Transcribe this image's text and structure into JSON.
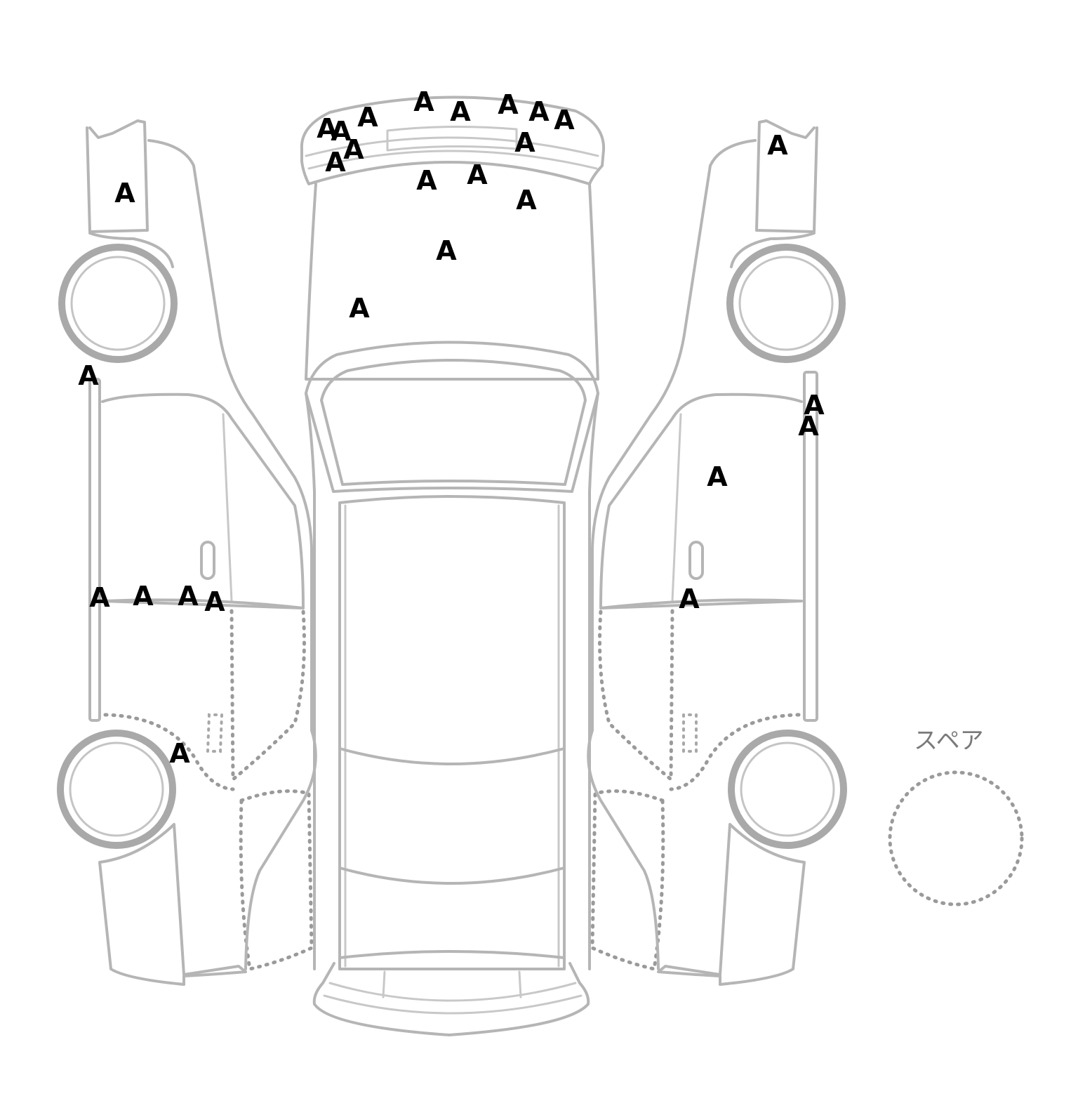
{
  "spare_label": "スペア",
  "damage_marks": [
    {
      "code": "A",
      "panel": "front-bumper"
    },
    {
      "code": "A",
      "panel": "front-bumper"
    },
    {
      "code": "A",
      "panel": "front-bumper"
    },
    {
      "code": "A",
      "panel": "front-bumper"
    },
    {
      "code": "A",
      "panel": "front-bumper"
    },
    {
      "code": "A",
      "panel": "front-bumper"
    },
    {
      "code": "A",
      "panel": "front-bumper"
    },
    {
      "code": "A",
      "panel": "front-bumper"
    },
    {
      "code": "A",
      "panel": "front-bumper"
    },
    {
      "code": "A",
      "panel": "front-bumper"
    },
    {
      "code": "A",
      "panel": "front-bumper"
    },
    {
      "code": "A",
      "panel": "hood"
    },
    {
      "code": "A",
      "panel": "hood"
    },
    {
      "code": "A",
      "panel": "hood"
    },
    {
      "code": "A",
      "panel": "hood"
    },
    {
      "code": "A",
      "panel": "hood"
    },
    {
      "code": "A",
      "panel": "left-front-fender"
    },
    {
      "code": "A",
      "panel": "left-side"
    },
    {
      "code": "A",
      "panel": "left-side"
    },
    {
      "code": "A",
      "panel": "left-side"
    },
    {
      "code": "A",
      "panel": "left-side"
    },
    {
      "code": "A",
      "panel": "left-side"
    },
    {
      "code": "A",
      "panel": "left-rear"
    },
    {
      "code": "A",
      "panel": "right-front-fender"
    },
    {
      "code": "A",
      "panel": "right-side"
    },
    {
      "code": "A",
      "panel": "right-side"
    },
    {
      "code": "A",
      "panel": "right-door"
    },
    {
      "code": "A",
      "panel": "right-side"
    }
  ],
  "colors": {
    "outline": "#b5b5b5",
    "dotted": "#9a9a9a",
    "mark": "#000000",
    "background": "#ffffff"
  }
}
